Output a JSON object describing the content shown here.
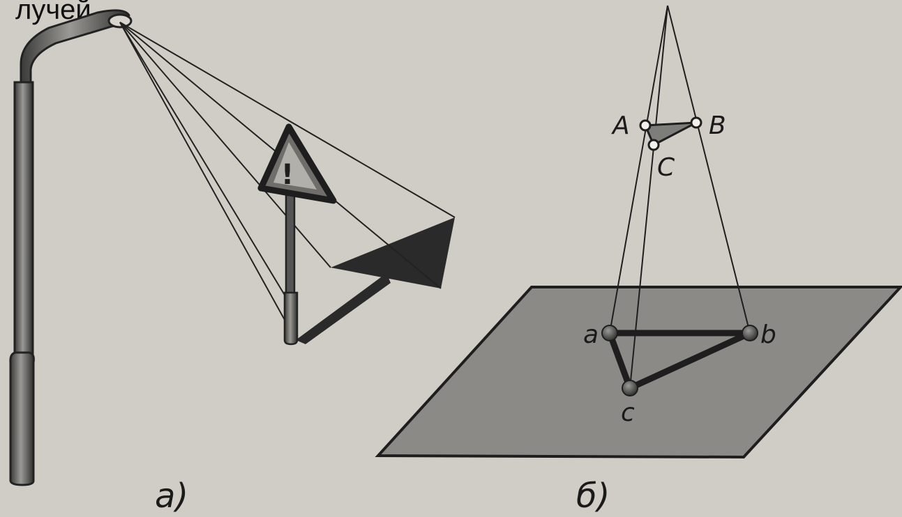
{
  "top_text": "лучей",
  "figure_a": {
    "caption": "а)",
    "sign_mark": "!"
  },
  "figure_b": {
    "caption": "б)",
    "points_upper": [
      "A",
      "B",
      "C"
    ],
    "points_lower": [
      "a",
      "b",
      "c"
    ]
  },
  "colors": {
    "paper": "#cfcdc5",
    "ink": "#1e1e1e",
    "plane_fill": "#8b8a87",
    "shadow_fill": "#2a2a2a",
    "small_triangle_fill": "#7d7d79"
  }
}
